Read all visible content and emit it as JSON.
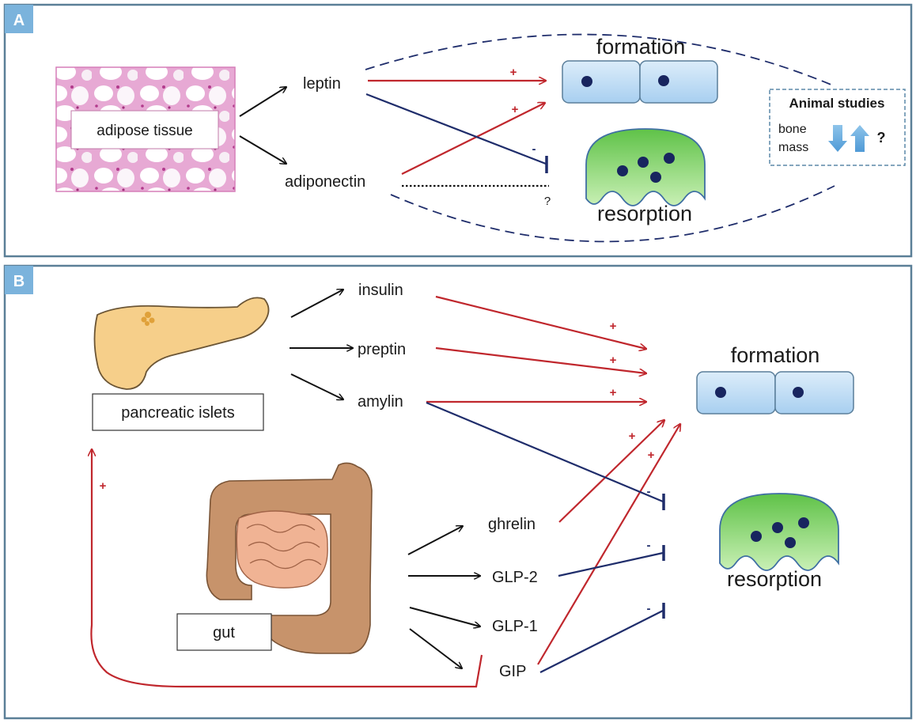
{
  "panel_a": {
    "letter": "A",
    "source": "adipose tissue",
    "hormones": {
      "leptin": "leptin",
      "adiponectin": "adiponectin"
    },
    "formation": "formation",
    "resorption": "resorption",
    "signs": {
      "leptin_formation": "+",
      "adiponectin_formation": "+",
      "leptin_resorption": "-",
      "unknown": "?"
    },
    "animal_studies": {
      "title": "Animal studies",
      "line1": "bone",
      "line2": "mass",
      "question": "?"
    }
  },
  "panel_b": {
    "letter": "B",
    "pancreas_label": "pancreatic islets",
    "gut_label": "gut",
    "hormones": {
      "insulin": "insulin",
      "preptin": "preptin",
      "amylin": "amylin",
      "ghrelin": "ghrelin",
      "glp2": "GLP-2",
      "glp1": "GLP-1",
      "gip": "GIP"
    },
    "formation": "formation",
    "resorption": "resorption",
    "signs": {
      "insulin": "+",
      "preptin": "+",
      "amylin_formation": "+",
      "ghrelin": "+",
      "gip_formation": "+",
      "gip_pancreas": "+",
      "amylin_resorption": "-",
      "glp2": "-",
      "gip_resorption": "-"
    }
  },
  "colors": {
    "panel_border": "#5b7f97",
    "letter_box": "#7bb3dc",
    "stimulate": "#c0272d",
    "inhibit": "#1f2d6b",
    "osteoblast": "#c6e1f6",
    "osteoclast": "#7fd45a",
    "nucleus": "#18255f"
  }
}
